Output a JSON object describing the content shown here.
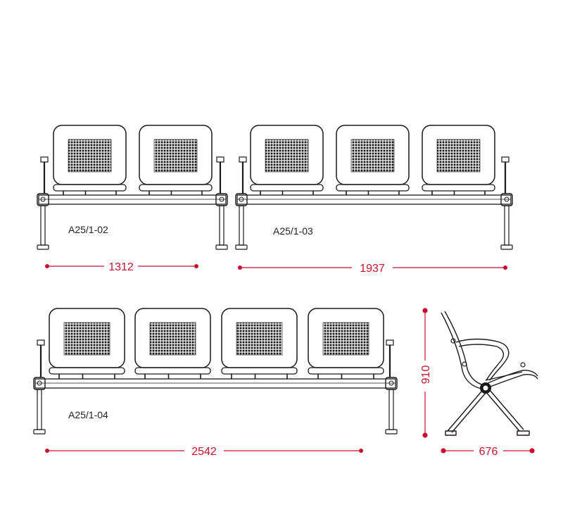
{
  "colors": {
    "line": "#1a1a1a",
    "dimension": "#c8102e",
    "background": "#ffffff"
  },
  "models": [
    {
      "code": "A25/1-02",
      "seats": 2,
      "width_label": "1312"
    },
    {
      "code": "A25/1-03",
      "seats": 3,
      "width_label": "1937"
    },
    {
      "code": "A25/1-04",
      "seats": 4,
      "width_label": "2542"
    }
  ],
  "side_view": {
    "height_label": "910",
    "depth_label": "676"
  }
}
